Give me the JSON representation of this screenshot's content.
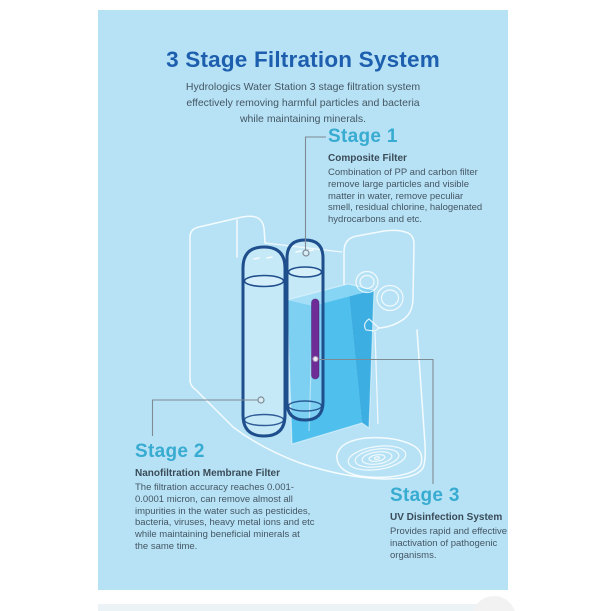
{
  "header": {
    "title": "3 Stage Filtration System",
    "subtitle": "Hydrologics Water Station 3 stage filtration system\neffectively removing harmful particles and bacteria\nwhile maintaining minerals."
  },
  "stages": [
    {
      "label": "Stage 1",
      "name": "Composite Filter",
      "description": "Combination of PP and carbon filter\nremove large particles and visible\nmatter in water, remove peculiar\nsmell, residual chlorine, halogenated\nhydrocarbons and etc."
    },
    {
      "label": "Stage 2",
      "name": "Nanofiltration Membrane Filter",
      "description": "The filtration accuracy reaches 0.001-\n0.0001 micron, can remove almost all\nimpurities in the water such as pesticides,\nbacteria, viruses, heavy metal ions and etc\nwhile maintaining beneficial minerals at\nthe same time."
    },
    {
      "label": "Stage 3",
      "name": "UV Disinfection System",
      "description": "Provides rapid and effective\ninactivation of pathogenic\norganisms."
    }
  ],
  "colors": {
    "page_bg": "#ffffff",
    "panel_bg": "#b7e2f5",
    "title": "#1d5fae",
    "stage_heading": "#38abd1",
    "body_text": "#445663",
    "filter_outline": "#1f4e8c",
    "tank_front": "#49bdec",
    "tank_side": "#36abdf",
    "tank_top": "#8ad6f4",
    "uv_lamp": "#6e2c97",
    "connector": "#7e8b94",
    "wireframe": "#ffffff"
  }
}
